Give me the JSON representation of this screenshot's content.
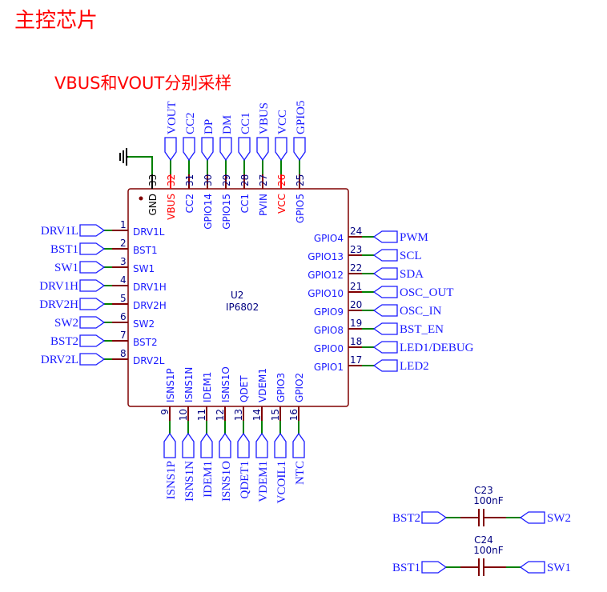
{
  "title": "主控芯片",
  "subtitle": "VBUS和VOUT分别采样",
  "colors": {
    "wire": "#008000",
    "pin": "#800000",
    "label": "#1a1aff",
    "title": "#ff0000",
    "power_pin": "#ff0000"
  },
  "chip": {
    "ref": "U2",
    "part": "IP6802",
    "top_pins": [
      {
        "num": "33",
        "name": "GND",
        "net": "",
        "kind": "ground"
      },
      {
        "num": "32",
        "name": "VBUS",
        "net": "VOUT",
        "kind": "power"
      },
      {
        "num": "31",
        "name": "CC2",
        "net": "CC2"
      },
      {
        "num": "30",
        "name": "GPIO14",
        "net": "DP"
      },
      {
        "num": "29",
        "name": "GPIO15",
        "net": "DM"
      },
      {
        "num": "28",
        "name": "CC1",
        "net": "CC1"
      },
      {
        "num": "27",
        "name": "PVIN",
        "net": "VBUS"
      },
      {
        "num": "26",
        "name": "VCC",
        "net": "VCC",
        "kind": "power"
      },
      {
        "num": "25",
        "name": "GPIO5",
        "net": "GPIO5"
      }
    ],
    "left_pins": [
      {
        "num": "1",
        "name": "DRV1L",
        "net": "DRV1L"
      },
      {
        "num": "2",
        "name": "BST1",
        "net": "BST1"
      },
      {
        "num": "3",
        "name": "SW1",
        "net": "SW1"
      },
      {
        "num": "4",
        "name": "DRV1H",
        "net": "DRV1H"
      },
      {
        "num": "5",
        "name": "DRV2H",
        "net": "DRV2H"
      },
      {
        "num": "6",
        "name": "SW2",
        "net": "SW2"
      },
      {
        "num": "7",
        "name": "BST2",
        "net": "BST2"
      },
      {
        "num": "8",
        "name": "DRV2L",
        "net": "DRV2L"
      }
    ],
    "right_pins": [
      {
        "num": "24",
        "name": "GPIO4",
        "net": "PWM"
      },
      {
        "num": "23",
        "name": "GPIO13",
        "net": "SCL"
      },
      {
        "num": "22",
        "name": "GPIO12",
        "net": "SDA"
      },
      {
        "num": "21",
        "name": "GPIO10",
        "net": "OSC_OUT"
      },
      {
        "num": "20",
        "name": "GPIO9",
        "net": "OSC_IN"
      },
      {
        "num": "19",
        "name": "GPIO8",
        "net": "BST_EN"
      },
      {
        "num": "18",
        "name": "GPIO0",
        "net": "LED1/DEBUG"
      },
      {
        "num": "17",
        "name": "GPIO1",
        "net": "LED2"
      }
    ],
    "bottom_pins": [
      {
        "num": "9",
        "name": "ISNS1P",
        "net": "ISNS1P"
      },
      {
        "num": "10",
        "name": "ISNS1N",
        "net": "ISNS1N"
      },
      {
        "num": "11",
        "name": "IDEM1",
        "net": "IDEM1"
      },
      {
        "num": "12",
        "name": "ISNS1O",
        "net": "ISNS1O"
      },
      {
        "num": "13",
        "name": "QDET",
        "net": "QDET1"
      },
      {
        "num": "14",
        "name": "VDEM1",
        "net": "VDEM1"
      },
      {
        "num": "15",
        "name": "GPIO3",
        "net": "VCOIL1"
      },
      {
        "num": "16",
        "name": "GPIO2",
        "net": "NTC"
      }
    ]
  },
  "capacitors": [
    {
      "ref": "C23",
      "value": "100nF",
      "left_net": "BST2",
      "right_net": "SW2"
    },
    {
      "ref": "C24",
      "value": "100nF",
      "left_net": "BST1",
      "right_net": "SW1"
    }
  ]
}
